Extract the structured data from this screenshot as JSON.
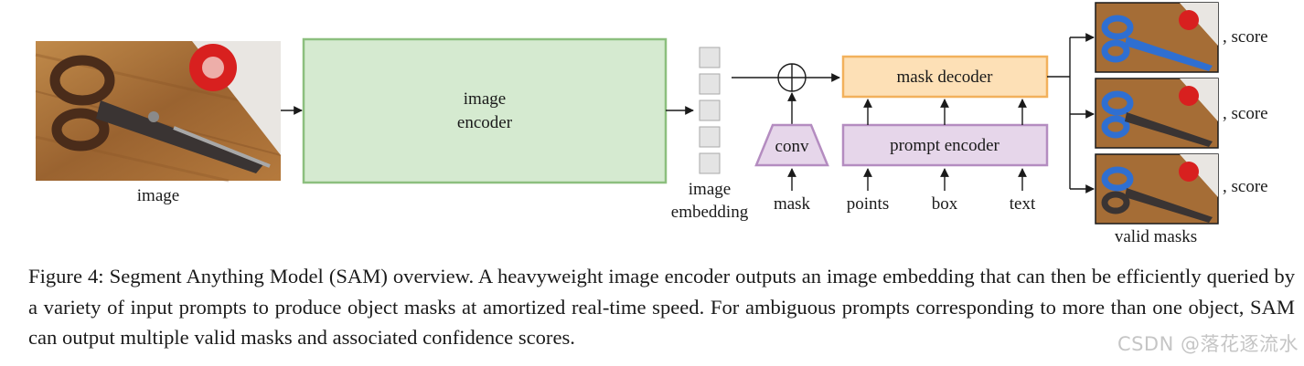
{
  "diagram": {
    "input_label": "image",
    "encoder_label_line1": "image",
    "encoder_label_line2": "encoder",
    "embedding_label_line1": "image",
    "embedding_label_line2": "embedding",
    "conv_label": "conv",
    "mask_label": "mask",
    "mask_decoder_label": "mask decoder",
    "prompt_encoder_label": "prompt encoder",
    "prompt_inputs": [
      "points",
      "box",
      "text"
    ],
    "score_labels": [
      ", score",
      ", score",
      ", score"
    ],
    "valid_masks_label": "valid masks",
    "colors": {
      "encoder_fill": "#d5ead0",
      "encoder_stroke": "#8cbf7e",
      "decoder_fill": "#fde0b6",
      "decoder_stroke": "#f2b15c",
      "prompt_fill": "#e6d6ea",
      "prompt_stroke": "#b48cc0",
      "embedding_fill": "#e4e4e4",
      "embedding_stroke": "#a9a9a9",
      "mask_blue": "#2f6fd1"
    }
  },
  "caption": {
    "label": "Figure 4:",
    "text": "Segment Anything Model (SAM) overview. A heavyweight image encoder outputs an image embedding that can then be efficiently queried by a variety of input prompts to produce object masks at amortized real-time speed. For ambiguous prompts corresponding to more than one object, SAM can output multiple valid masks and associated confidence scores."
  },
  "watermark": "CSDN @落花逐流水"
}
